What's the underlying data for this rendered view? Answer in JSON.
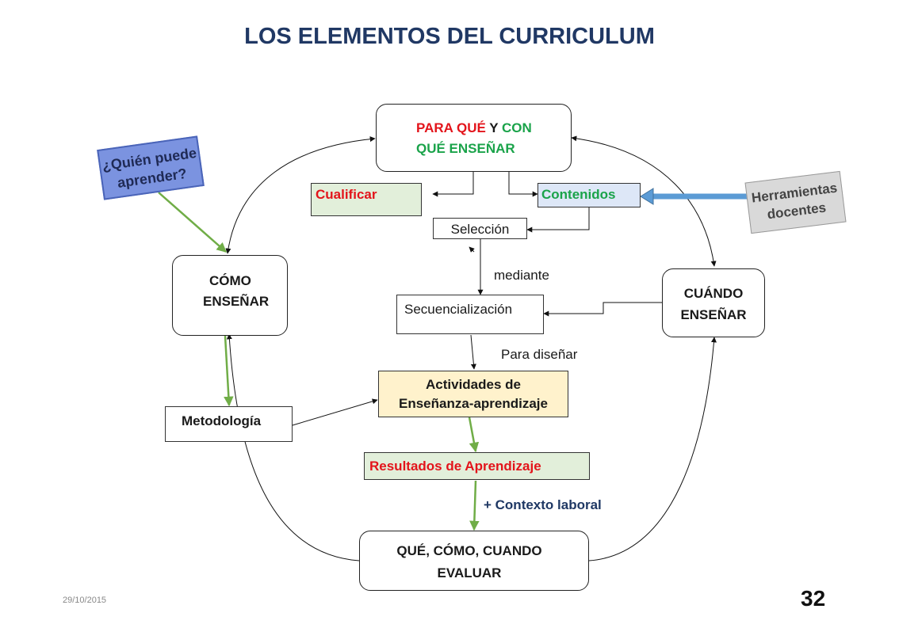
{
  "title": "LOS ELEMENTOS DEL CURRICULUM",
  "boxes": {
    "para_que": {
      "part1": "PARA QUÉ",
      "part2": " Y ",
      "part3": "CON",
      "line2": "QUÉ ENSEÑAR"
    },
    "cualificar": "Cualificar",
    "contenidos": "Contenidos",
    "seleccion": "Selección",
    "secuencializacion": "Secuencialización",
    "como": {
      "line1": "CÓMO",
      "line2": "ENSEÑAR"
    },
    "cuando": {
      "line1": "CUÁNDO",
      "line2": "ENSEÑAR"
    },
    "actividades": {
      "line1": "Actividades de",
      "line2": "Enseñanza-aprendizaje"
    },
    "metodologia": "Metodología",
    "resultados": "Resultados de Aprendizaje",
    "evaluar": {
      "line1": "QUÉ, CÓMO, CUANDO",
      "line2": "EVALUAR"
    }
  },
  "labels": {
    "mediante": "mediante",
    "para_disenar": "Para diseñar",
    "contexto": "+ Contexto laboral"
  },
  "callouts": {
    "quien": {
      "line1": "¿Quién puede",
      "line2": "aprender?"
    },
    "herramientas": {
      "line1": "Herramientas",
      "line2": "docentes"
    }
  },
  "footer": {
    "date": "29/10/2015",
    "page": "32"
  },
  "colors": {
    "title": "#203864",
    "red": "#e3141b",
    "green": "#1aa34a",
    "navy": "#1f3864",
    "green_arrow": "#70ad47",
    "blue_arrow": "#5b9bd5",
    "quien_fill": "#7b93e0",
    "herramientas_fill": "#d9d9d9",
    "cualificar_fill": "#e2efda",
    "contenidos_fill": "#dde7f7",
    "actividades_fill": "#fff2cc"
  }
}
